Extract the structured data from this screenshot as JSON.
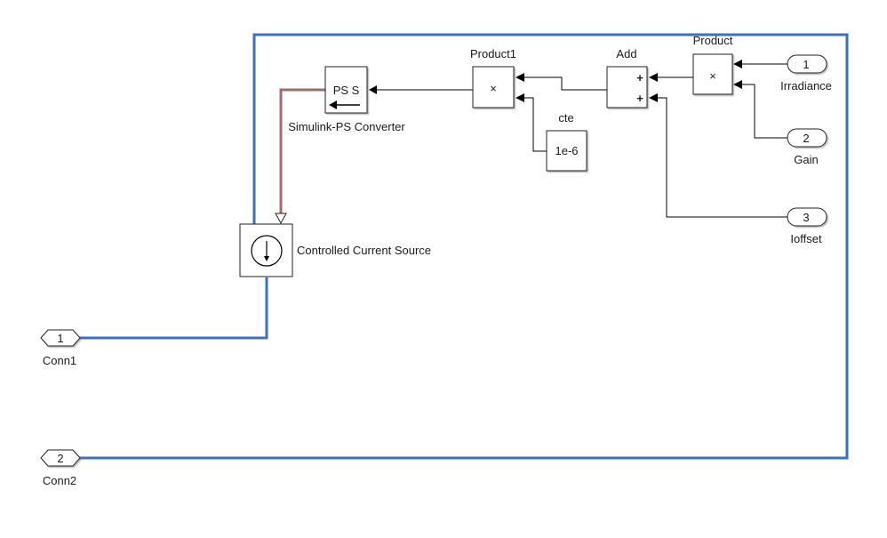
{
  "diagram": {
    "colors": {
      "physical_line": "#3a6fc4",
      "ps_line": "#a06a6e",
      "signal_line": "#000000",
      "block_border": "#222222"
    },
    "blocks": {
      "ps_converter": {
        "name": "Simulink-PS Converter",
        "glyph": "PS S"
      },
      "product1": {
        "name": "Product1",
        "glyph": "×"
      },
      "add": {
        "name": "Add",
        "port_signs": [
          "+",
          "+"
        ]
      },
      "product": {
        "name": "Product",
        "glyph": "×"
      },
      "cte": {
        "name": "cte",
        "value": "1e-6"
      },
      "current_source": {
        "name": "Controlled Current Source"
      }
    },
    "inports": [
      {
        "number": "1",
        "name": "Irradiance"
      },
      {
        "number": "2",
        "name": "Gain"
      },
      {
        "number": "3",
        "name": "Ioffset"
      }
    ],
    "connection_ports": [
      {
        "number": "1",
        "name": "Conn1"
      },
      {
        "number": "2",
        "name": "Conn2"
      }
    ]
  }
}
